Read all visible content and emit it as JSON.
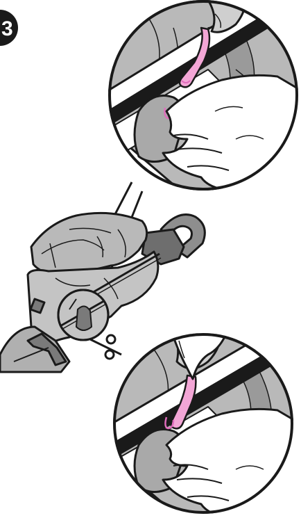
{
  "figure": {
    "step_number": "3",
    "colors": {
      "outline": "#1a1a1a",
      "fabric_gray": "#b9b9b9",
      "fabric_dark": "#8e8e8e",
      "frame_gray": "#7a7a7a",
      "skin": "#ffffff",
      "release_tab_pink": "#f3a6d6",
      "release_tab_pink_dark": "#e06cbc",
      "clip_gray": "#a9a9a9"
    },
    "icons": [
      "step-badge-icon",
      "magnifier-circle-top",
      "magnifier-circle-bottom",
      "stroller-illustration",
      "hand-icon",
      "pink-release-strap-icon"
    ]
  }
}
